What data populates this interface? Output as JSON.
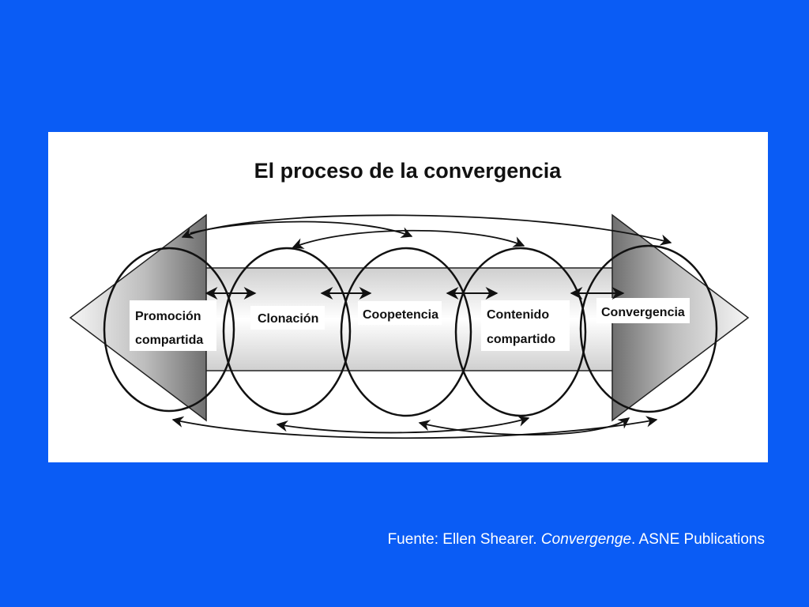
{
  "diagram": {
    "title": "El proceso de la convergencia",
    "stages": [
      {
        "id": "promocion",
        "lines": [
          "Promoción",
          "compartida"
        ]
      },
      {
        "id": "clonacion",
        "lines": [
          "Clonación"
        ]
      },
      {
        "id": "coopetencia",
        "lines": [
          "Coopetencia"
        ]
      },
      {
        "id": "contenido",
        "lines": [
          "Contenido",
          "compartido"
        ]
      },
      {
        "id": "convergencia",
        "lines": [
          "Convergencia"
        ]
      }
    ]
  },
  "caption": {
    "prefix": "Fuente: Ellen Shearer. ",
    "work": "Convergenge",
    "suffix": ". ASNE Publications"
  },
  "colors": {
    "background": "#0a5cf5",
    "panel": "#ffffff",
    "stroke": "#111111",
    "arrow_dark": "#666666",
    "arrow_light": "#f4f4f4"
  }
}
